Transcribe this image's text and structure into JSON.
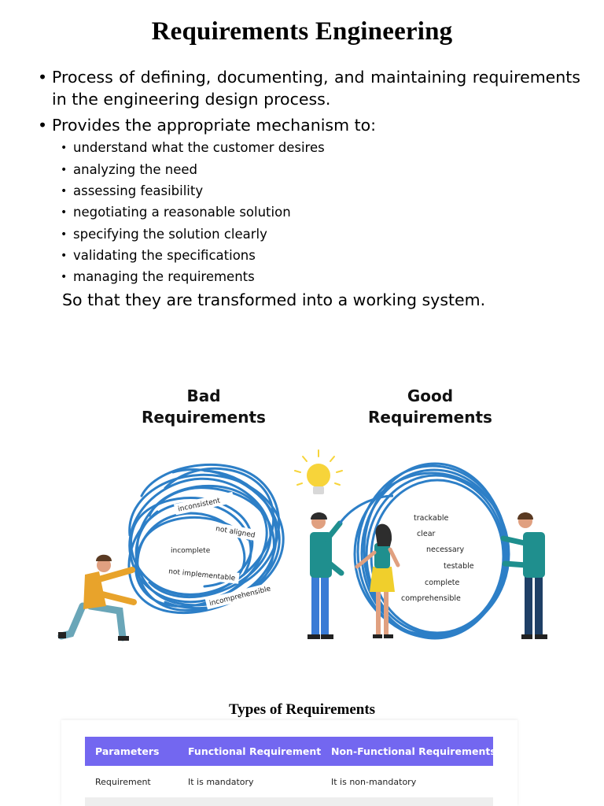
{
  "title": "Requirements Engineering",
  "bullets": [
    {
      "text": "Process of defining, documenting, and maintaining requirements in the engineering design process."
    },
    {
      "text": "Provides the appropriate mechanism to:",
      "sub_items": [
        "understand what the customer desires",
        "analyzing the need",
        "assessing feasibility",
        "negotiating a reasonable solution",
        "specifying the solution clearly",
        "validating the specifications",
        "managing the requirements"
      ]
    }
  ],
  "closing": "So that they are transformed into a working system.",
  "illustration": {
    "bad_heading_line1": "Bad",
    "bad_heading_line2": "Requirements",
    "good_heading_line1": "Good",
    "good_heading_line2": "Requirements",
    "bad_tags": [
      "inconsistent",
      "not aligned",
      "incomplete",
      "not implementable",
      "incomprehensible"
    ],
    "good_tags": [
      "trackable",
      "clear",
      "necessary",
      "testable",
      "complete",
      "comprehensible"
    ]
  },
  "types_title": "Types of Requirements",
  "table": {
    "header_color": "#7367f0",
    "headers": [
      "Parameters",
      "Functional Requirement",
      "Non-Functional Requirements"
    ],
    "rows": [
      [
        "Requirement",
        "It is mandatory",
        "It is non-mandatory"
      ]
    ]
  },
  "colors": {
    "scribble_blue": "#2d7fc7",
    "teal_shirt": "#1f8f8e",
    "mustard_shirt": "#e8a32b",
    "yellow_skirt": "#f0cf2c",
    "bulb_yellow": "#f7d43a"
  }
}
